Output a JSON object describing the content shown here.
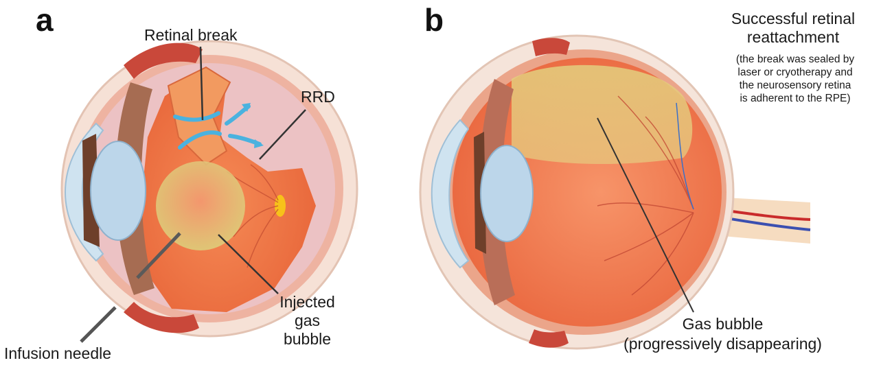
{
  "panel_a": {
    "letter": "a",
    "labels": {
      "retinal_break": "Retinal break",
      "rrd": "RRD",
      "injected_gas_bubble": [
        "Injected",
        "gas",
        "bubble"
      ],
      "infusion_needle": "Infusion needle"
    }
  },
  "panel_b": {
    "letter": "b",
    "labels": {
      "success": [
        "Successful retinal",
        "reattachment"
      ],
      "note": [
        "(the break was sealed by",
        "laser or cryotherapy and",
        "the neurosensory retina",
        "is adherent to the RPE)"
      ],
      "gas_bubble": [
        "Gas bubble",
        "(progressively disappearing)"
      ]
    }
  },
  "colors": {
    "retina_orange": "#ef7a45",
    "detached_retina": "#f4a06a",
    "gas_bubble_yellow": "#d9d98a",
    "sclera_light": "#f3d6c6",
    "lens_blue": "#bcd6ea",
    "muscle_red": "#c9483a",
    "arrow_blue": "#4ab2df"
  }
}
